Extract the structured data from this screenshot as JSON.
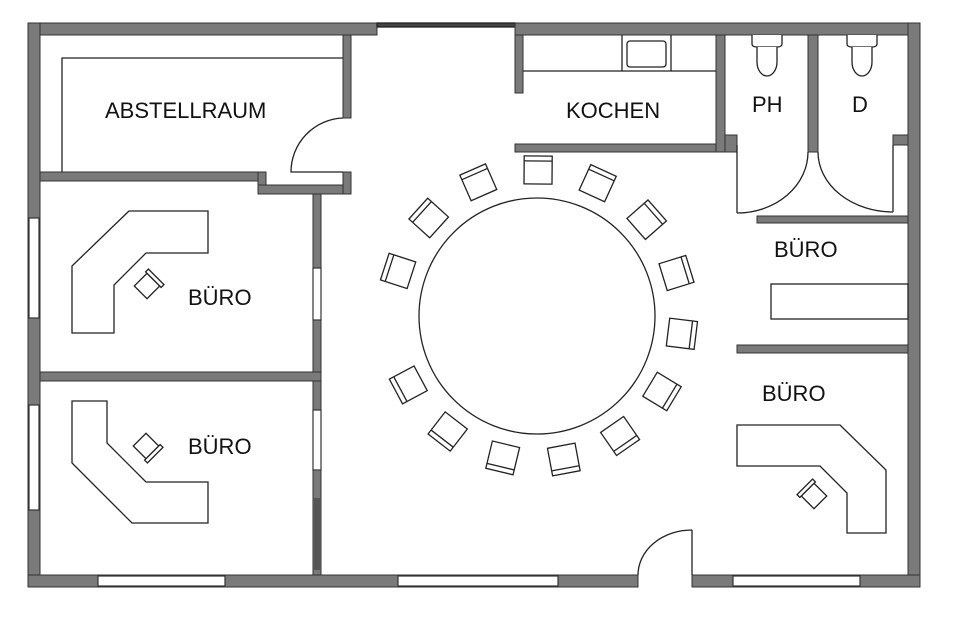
{
  "rooms": {
    "storage": "ABSTELLRAUM",
    "kitchen": "KOCHEN",
    "toilet_ph": "PH",
    "toilet_d": "D",
    "office_left_top": "BÜRO",
    "office_left_bottom": "BÜRO",
    "office_right_small": "BÜRO",
    "office_right": "BÜRO"
  },
  "meeting_table": {
    "chair_count": 14
  },
  "colors": {
    "wall": "#7a7a7a",
    "line": "#222222"
  }
}
